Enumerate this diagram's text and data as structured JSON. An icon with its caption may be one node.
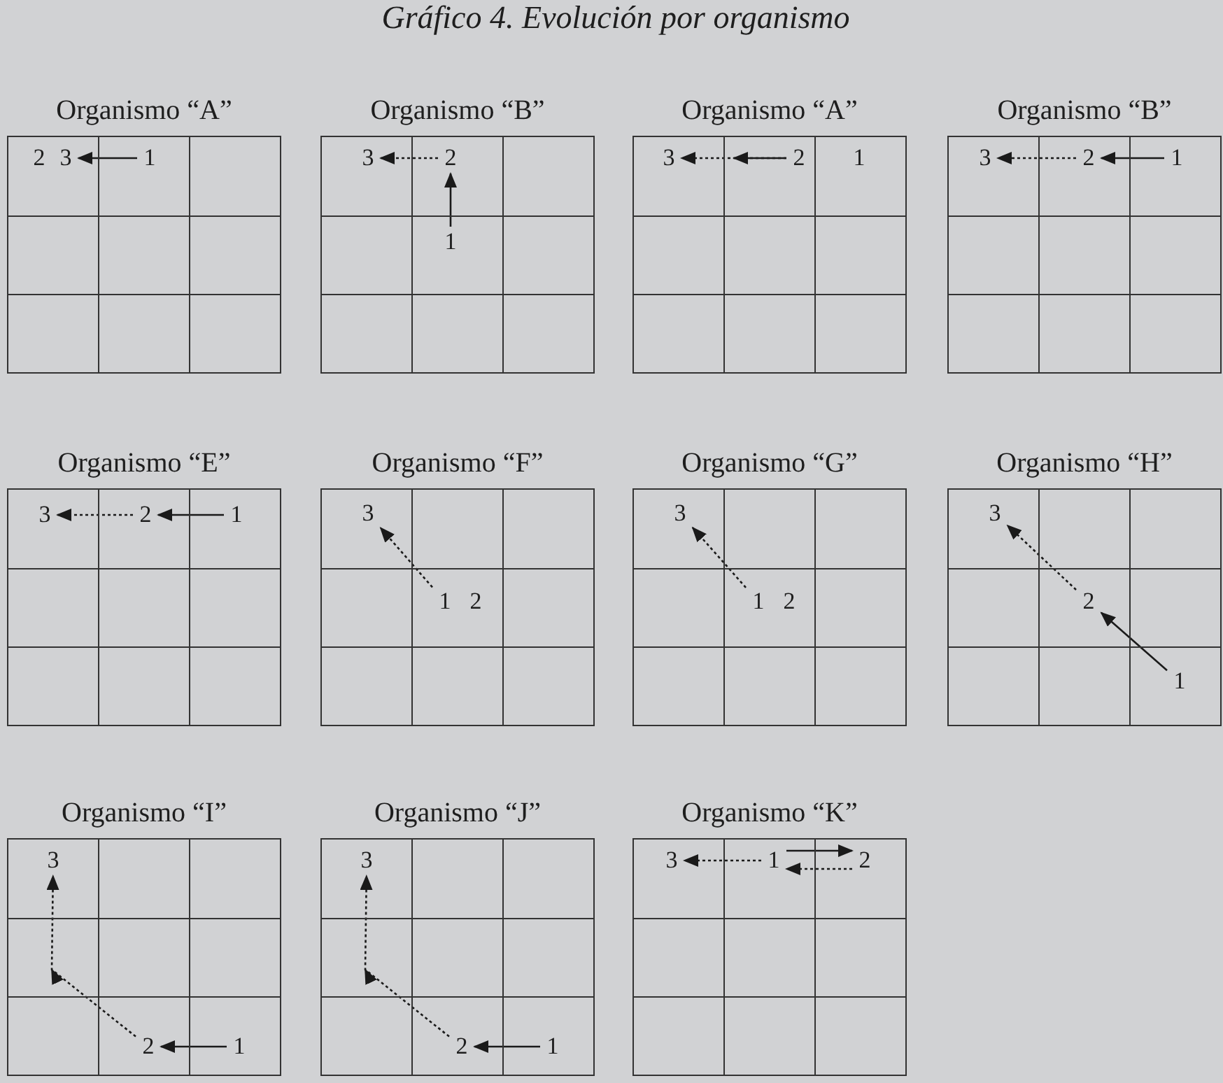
{
  "diagram": {
    "title": "Gráfico 4. Evolución por organismo",
    "nodes": [
      {
        "text": [
          "Organismo “A”"
        ]
      },
      {
        "text": [
          "2"
        ],
        "in": 0
      },
      {
        "text": [
          "3"
        ],
        "in": 0
      },
      {
        "text": [
          "1"
        ],
        "in": 0
      },
      {
        "text": [
          "Organismo “B”"
        ]
      },
      {
        "text": [
          "3"
        ],
        "in": 4
      },
      {
        "text": [
          "2"
        ],
        "in": 4
      },
      {
        "text": [
          "1"
        ],
        "in": 4
      },
      {
        "text": [
          "Organismo “A”"
        ]
      },
      {
        "text": [
          "3"
        ],
        "in": 8
      },
      {
        "text": [
          "2"
        ],
        "in": 8
      },
      {
        "text": [
          "1"
        ],
        "in": 8
      },
      {
        "text": [
          "Organismo “B”"
        ]
      },
      {
        "text": [
          "3"
        ],
        "in": 12
      },
      {
        "text": [
          "2"
        ],
        "in": 12
      },
      {
        "text": [
          "1"
        ],
        "in": 12
      },
      {
        "text": [
          "Organismo “E”"
        ]
      },
      {
        "text": [
          "3"
        ],
        "in": 16
      },
      {
        "text": [
          "2"
        ],
        "in": 16
      },
      {
        "text": [
          "1"
        ],
        "in": 16
      },
      {
        "text": [
          "Organismo “F”"
        ]
      },
      {
        "text": [
          "3"
        ],
        "in": 20
      },
      {
        "text": [
          "1"
        ],
        "in": 20
      },
      {
        "text": [
          "2"
        ],
        "in": 20
      },
      {
        "text": [
          "Organismo “G”"
        ]
      },
      {
        "text": [
          "3"
        ],
        "in": 24
      },
      {
        "text": [
          "1"
        ],
        "in": 24
      },
      {
        "text": [
          "2"
        ],
        "in": 24
      },
      {
        "text": [
          "Organismo “H”"
        ]
      },
      {
        "text": [
          "3"
        ],
        "in": 28
      },
      {
        "text": [
          "2"
        ],
        "in": 28
      },
      {
        "text": [
          "1"
        ],
        "in": 28
      },
      {
        "text": [
          "Organismo “I”"
        ]
      },
      {
        "text": [
          "3"
        ],
        "in": 32
      },
      {
        "text": [
          "2"
        ],
        "in": 32
      },
      {
        "text": [
          "1"
        ],
        "in": 32
      },
      {
        "text": [
          "Organismo “J”"
        ]
      },
      {
        "text": [
          "3"
        ],
        "in": 36
      },
      {
        "text": [
          "2"
        ],
        "in": 36
      },
      {
        "text": [
          "1"
        ],
        "in": 36
      },
      {
        "text": [
          "Organismo “K”"
        ]
      },
      {
        "text": [
          "3"
        ],
        "in": 40
      },
      {
        "text": [
          "1"
        ],
        "in": 40
      },
      {
        "text": [
          "2"
        ],
        "in": 40
      }
    ],
    "edges": [
      {
        "from": 3,
        "to": 2,
        "arrow": "to"
      },
      {
        "from": 7,
        "to": 6,
        "arrow": "to"
      },
      {
        "from": 6,
        "to": 5,
        "arrow": "to",
        "style": "dashed"
      },
      {
        "from": 10,
        "to": 9,
        "arrow": "to",
        "style": "dashed"
      },
      {
        "from": 15,
        "to": 14,
        "arrow": "to"
      },
      {
        "from": 14,
        "to": 13,
        "arrow": "to",
        "style": "dashed"
      },
      {
        "from": 19,
        "to": 18,
        "arrow": "to"
      },
      {
        "from": 18,
        "to": 17,
        "arrow": "to",
        "style": "dashed"
      },
      {
        "from": 22,
        "to": 21,
        "arrow": "to",
        "style": "dashed"
      },
      {
        "from": 26,
        "to": 25,
        "arrow": "to",
        "style": "dashed"
      },
      {
        "from": 31,
        "to": 30,
        "arrow": "to"
      },
      {
        "from": 30,
        "to": 29,
        "arrow": "to",
        "style": "dashed"
      },
      {
        "from": 35,
        "to": 34,
        "arrow": "to"
      },
      {
        "from": 34,
        "to": 33,
        "arrow": "to",
        "style": "dashed"
      },
      {
        "from": 39,
        "to": 38,
        "arrow": "to"
      },
      {
        "from": 38,
        "to": 37,
        "arrow": "to",
        "style": "dashed"
      },
      {
        "from": 42,
        "to": 43,
        "arrow": "to"
      },
      {
        "from": 43,
        "to": 42,
        "arrow": "to",
        "style": "dashed"
      },
      {
        "from": 42,
        "to": 41,
        "arrow": "to",
        "style": "dashed"
      }
    ]
  }
}
